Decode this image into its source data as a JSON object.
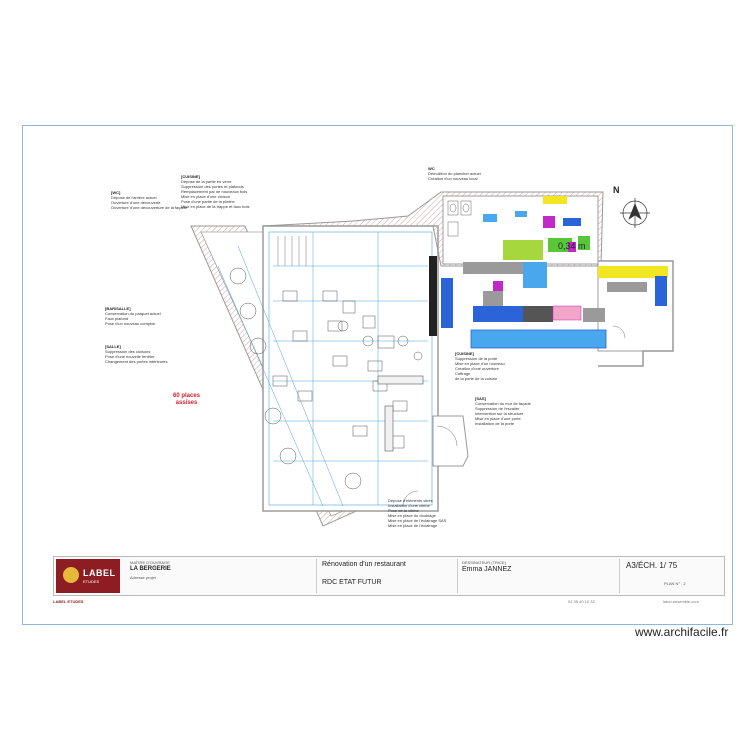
{
  "page": {
    "watermark": "www.archifacile.fr"
  },
  "plan": {
    "north_label": "N",
    "dimension_label": "0,34 m",
    "seats_line1": "60 places",
    "seats_line2": "assises",
    "colors": {
      "blue": "#2b63d8",
      "light_blue": "#49a7ee",
      "green": "#59c63a",
      "yellow": "#f2e521",
      "magenta": "#c12ac8",
      "lime": "#a6d83d",
      "grey": "#9a9a9a",
      "pink": "#f3a5c8",
      "dark": "#222222",
      "wall": "#9c9c9c",
      "hatch": "#c98f8f",
      "plan_line": "#4aa3d9"
    }
  },
  "annotations": {
    "left_top": [
      "[WC]",
      "Dépose de l'arrière actuel",
      "Ouverture d'une découverte",
      "Ouverture d'une découverture de la façade"
    ],
    "top_center": [
      "[CUISINE]",
      "Dépose de la partie en verre",
      "Suppression des portes et plafonds",
      "Remplacement par de nouveaux bois",
      "Mise en place d'une cloison",
      "Pose d'une partie de la plinthe",
      "Mise en place de la trappe et faux bois"
    ],
    "top_right": [
      "WC",
      "Démolition du plancher actuel",
      "Création d'un nouveau local"
    ],
    "left_mid": [
      "[BAR/SALLE]",
      "Conservation du parquet actuel",
      "Faux plafond",
      "Pose d'un nouveau comptoir"
    ],
    "left_mid2": [
      "[SALLE]",
      "Suppression des cloisons",
      "Pose d'une nouvelle fenêtre",
      "Changement des portes intérieures"
    ],
    "right_mid": [
      "[CUISINE]",
      "Suppression de la porte",
      "Mise en place d'un nouveau",
      "Création d'une ouverture",
      "Coffrage",
      "de la porte de la cuisine"
    ],
    "right_mid2": [
      "[SAS]",
      "Conservation du mur de façade",
      "Suppression de l'escalier",
      "Intervention sur la structure",
      "Mise en place d'une porte",
      "Installation de la porte"
    ],
    "bottom_center": [
      "Dépose d'éléments vitrés",
      "Installation d'une vitrine",
      "Pose de la vitrine",
      "Mise en place du doublage",
      "Mise en place de l'éclairage SAS",
      "Mise en place de l'éclairage"
    ]
  },
  "cartouche": {
    "maitre_label": "MAÎTRE D'OUVRAGE",
    "maitre_name": "LA BERGERIE",
    "maitre_addr": "Adresse projet",
    "logo_text": "LABEL",
    "logo_sub": "ETUDES",
    "project_title": "Rénovation d'un restaurant",
    "drawing_title": "RDC ETAT FUTUR",
    "designer_label": "DESSINATEUR (TRICE)",
    "designer_name": "Emma JANNEZ",
    "format": "A3/ÉCH. 1/ 75",
    "plan_no": "PLAN N° : 2",
    "footer_brand": "LABEL ETUDES",
    "footer_tel": "02 35 40 10 33",
    "footer_web": "label-ensemble.com"
  }
}
